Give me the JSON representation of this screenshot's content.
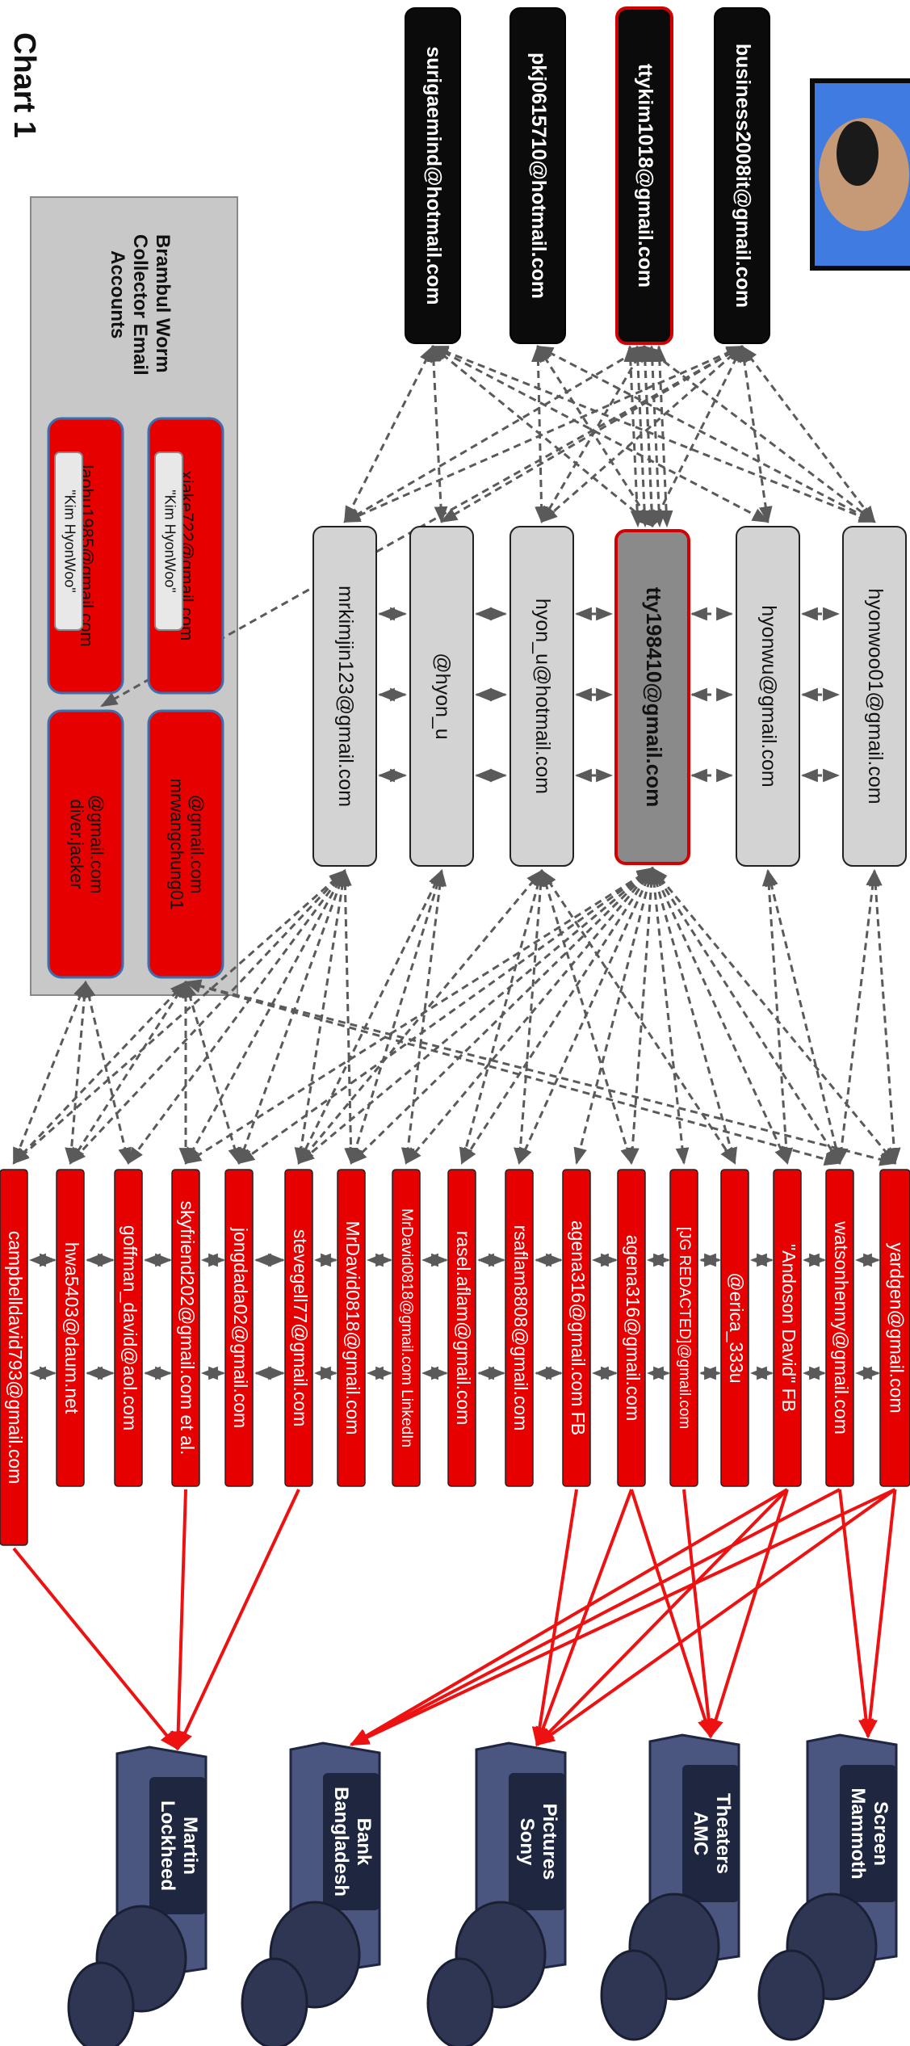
{
  "title": "Chart 1",
  "collector": {
    "label_lines": [
      "Brambul Worm",
      "Collector Email",
      "Accounts"
    ],
    "accounts": [
      {
        "id": "xiake",
        "email": "xiake722@gmail.com",
        "alias": "\"Kim HyonWoo\""
      },
      {
        "id": "laohu",
        "email": "laohu1985@gmail.com",
        "alias": "\"Kim HyonWoo\""
      },
      {
        "id": "mrwang",
        "lines": [
          "mrwangchung01",
          "@gmail.com"
        ]
      },
      {
        "id": "diver",
        "lines": [
          "diver.jacker",
          "@gmail.com"
        ]
      }
    ]
  },
  "top_accounts": [
    {
      "id": "biz",
      "label": "business2008it@gmail.com"
    },
    {
      "id": "ttykim",
      "label": "ttykim1018@gmail.com"
    },
    {
      "id": "pkj",
      "label": "pkj0615710@hotmail.com"
    },
    {
      "id": "suri",
      "label": "surigaemind@hotmail.com"
    }
  ],
  "middle_accounts": [
    {
      "id": "hyonwoo01",
      "label": "hyonwoo01@gmail.com"
    },
    {
      "id": "hyonwu",
      "label": "hyonwu@gmail.com"
    },
    {
      "id": "tty",
      "label": "tty198410@gmail.com"
    },
    {
      "id": "hyonu",
      "label": "hyon_u@hotmail.com"
    },
    {
      "id": "athyonu",
      "label": "@hyon_u"
    },
    {
      "id": "mrkimjin",
      "label": "mrkimjin123@gmail.com"
    }
  ],
  "target_accounts": [
    {
      "id": "yardgen",
      "label": "yardgen@gmail.com"
    },
    {
      "id": "watson",
      "label": "watsonhenny@gmail.com"
    },
    {
      "id": "andoson",
      "label": "\"Andoson David\" FB"
    },
    {
      "id": "erica",
      "label": "@erica_333u"
    },
    {
      "id": "jgred",
      "label": "[JG REDACTED]@gmail.com"
    },
    {
      "id": "agena",
      "label": "agena316@gmail.com"
    },
    {
      "id": "agenafb",
      "label": "agena316@gmail.com FB"
    },
    {
      "id": "rsaflam",
      "label": "rsaflam8808@gmail.com"
    },
    {
      "id": "rasel",
      "label": "rasel.aflam@gmail.com"
    },
    {
      "id": "mrdavidli",
      "label": "MrDavid0818@gmail.com LinkedIn"
    },
    {
      "id": "mrdavid",
      "label": "MrDavid0818@gmail.com"
    },
    {
      "id": "steve",
      "label": "stevegell77@gmail.com"
    },
    {
      "id": "jongdada",
      "label": "jongdada02@gmail.com"
    },
    {
      "id": "skyfriend",
      "label": "skyfriend202@gmail.com et al."
    },
    {
      "id": "goffman",
      "label": "goffman_david@aol.com"
    },
    {
      "id": "hwa",
      "label": "hwa5403@daum.net"
    },
    {
      "id": "campbell",
      "label": "campbelldavid793@gmail.com"
    }
  ],
  "victims": [
    {
      "id": "mammoth",
      "lines": [
        "Mammoth",
        "Screen"
      ]
    },
    {
      "id": "amc",
      "lines": [
        "AMC",
        "Theaters"
      ]
    },
    {
      "id": "sony",
      "lines": [
        "Sony",
        "Pictures"
      ]
    },
    {
      "id": "bangladesh",
      "lines": [
        "Bangladesh",
        "Bank"
      ]
    },
    {
      "id": "lockheed",
      "lines": [
        "Lockheed",
        "Martin"
      ]
    }
  ],
  "colors": {
    "black_box": "#0b0b0b",
    "grey_box": "#d3d3d3",
    "hub_box": "#8a8a8a",
    "red_box": "#e60000",
    "highlight_outline": "#d40000",
    "arrow_grey": "#5a5a5a",
    "arrow_red": "#ee1111",
    "computer": "#4a5580",
    "collector_bg": "#c8c8c8"
  }
}
